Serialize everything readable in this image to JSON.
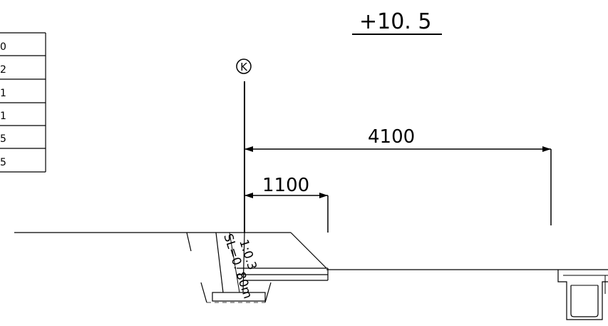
{
  "section": {
    "elevation_label": "+10. 5",
    "axis_marker": "K"
  },
  "dimensions": {
    "overall": "4100",
    "offset": "1100"
  },
  "slope": {
    "ratio_label": "1:0.3",
    "length_label": "SL=0. 80m"
  },
  "side_table": {
    "cells": [
      "0",
      "2",
      "1",
      "1",
      "5",
      "5"
    ]
  }
}
